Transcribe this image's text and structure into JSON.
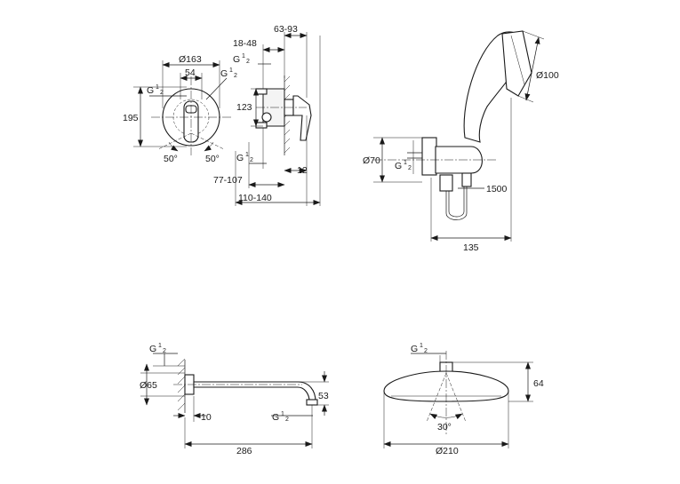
{
  "labels": {
    "v1_diameter": "Ø163",
    "v1_width": "54",
    "v1_g_top": "G",
    "v1_height": "195",
    "v1_angle_left": "50°",
    "v1_angle_right": "50°",
    "v2_dim_top": "63-93",
    "v2_dim_second": "18-48",
    "v2_g_left": "G",
    "v2_g_right": "G",
    "v2_height": "123",
    "v2_g_bottom": "G",
    "v2_dim_12": "12",
    "v2_dim_77": "77-107",
    "v2_dim_110": "110-140",
    "v3_diameter_head": "Ø100",
    "v3_diameter_base": "Ø70",
    "v3_g": "G",
    "v3_hose": "1500",
    "v3_width": "135",
    "v4_g": "G",
    "v4_diameter": "Ø65",
    "v4_wall": "10",
    "v4_g_outlet": "G",
    "v4_height": "53",
    "v4_length": "286",
    "v5_g": "G",
    "v5_height": "64",
    "v5_angle": "30°",
    "v5_diameter": "Ø210",
    "g_num": "1",
    "g_den": "2"
  }
}
